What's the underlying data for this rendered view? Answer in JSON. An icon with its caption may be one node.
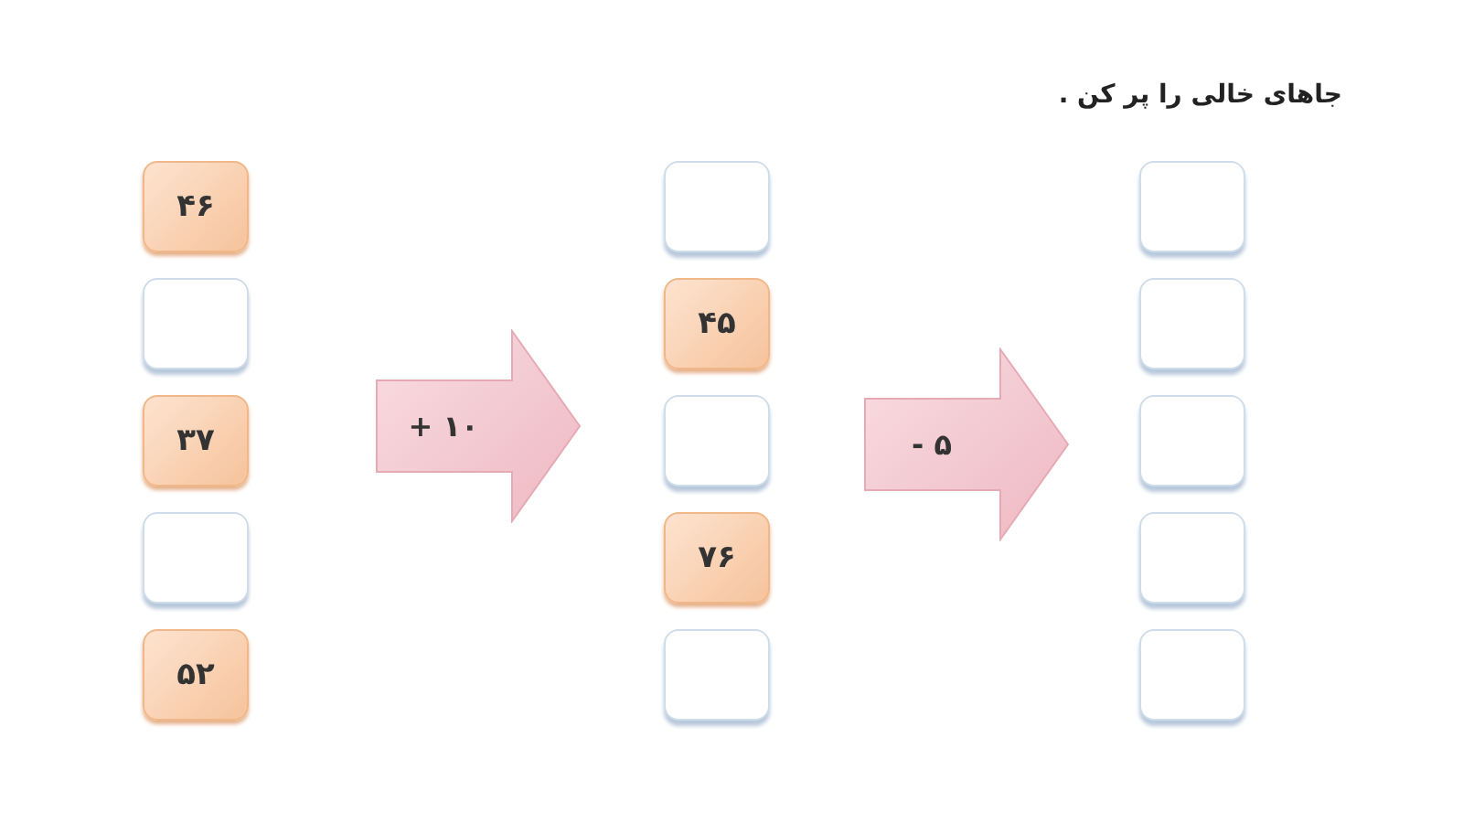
{
  "diagram": {
    "title": "جاهای خالی را پر کن .",
    "nodes": [
      {
        "text": [
          "۴۶"
        ]
      },
      {
        "text": [],
        "shape": "box"
      },
      {
        "text": [
          "۳۷"
        ]
      },
      {
        "text": [],
        "shape": "box"
      },
      {
        "text": [
          "۵۲"
        ]
      },
      {
        "text": [
          "+ ۱۰"
        ]
      },
      {
        "text": [],
        "shape": "box"
      },
      {
        "text": [
          "۴۵"
        ]
      },
      {
        "text": [],
        "shape": "box"
      },
      {
        "text": [
          "۷۶"
        ]
      },
      {
        "text": [],
        "shape": "box"
      },
      {
        "text": [
          "- ۵"
        ]
      },
      {
        "text": [],
        "shape": "box"
      },
      {
        "text": [],
        "shape": "box"
      },
      {
        "text": [],
        "shape": "box"
      },
      {
        "text": [],
        "shape": "box"
      },
      {
        "text": [],
        "shape": "box"
      }
    ]
  }
}
